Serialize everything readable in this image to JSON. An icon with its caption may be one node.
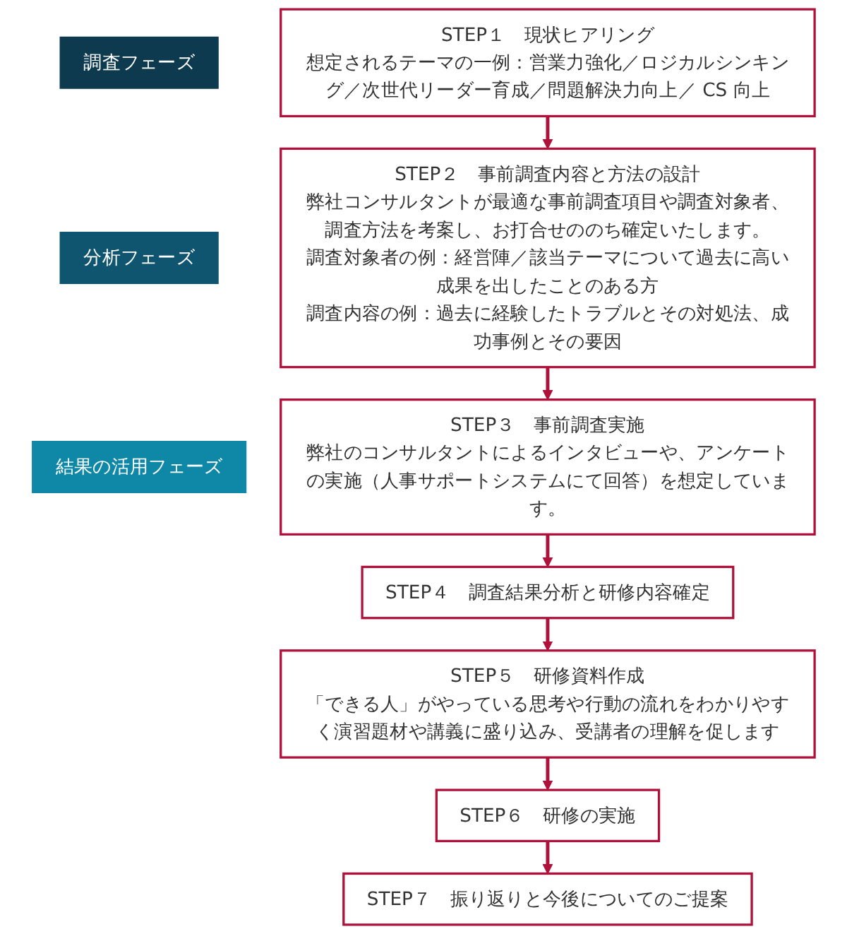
{
  "diagram": {
    "nodes": [
      {
        "text": [
          "調査フェーズ"
        ]
      },
      {
        "text": [
          "分析フェーズ"
        ]
      },
      {
        "text": [
          "結果の活用フェーズ"
        ]
      },
      {
        "text": [
          "STEP１　現状ヒアリング",
          "想定されるテーマの一例：営業力強化／ロジカルシンキング／次世代リーダー育成／問題解決力向上／ CS 向上"
        ]
      },
      {
        "text": [
          "STEP２　事前調査内容と方法の設計",
          "弊社コンサルタントが最適な事前調査項目や調査対象者、調査方法を考案し、お打合せののち確定いたします。",
          "調査対象者の例：経営陣／該当テーマについて過去に高い成果を出したことのある方",
          "調査内容の例：過去に経験したトラブルとその対処法、成功事例とその要因"
        ]
      },
      {
        "text": [
          "STEP３　事前調査実施",
          "弊社のコンサルタントによるインタビューや、アンケートの実施（人事サポートシステムにて回答）を想定しています。"
        ]
      },
      {
        "text": [
          "STEP４　調査結果分析と研修内容確定"
        ]
      },
      {
        "text": [
          "STEP５　研修資料作成",
          "「できる人」がやっている思考や行動の流れをわかりやすく演習題材や講義に盛り込み、受講者の理解を促します"
        ]
      },
      {
        "text": [
          "STEP６　研修の実施"
        ]
      },
      {
        "text": [
          "STEP７　振り返りと今後についてのご提案"
        ]
      }
    ],
    "edges": [
      {
        "from": 3,
        "to": 4,
        "arrow": "to"
      },
      {
        "from": 4,
        "to": 5,
        "arrow": "to"
      },
      {
        "from": 5,
        "to": 6,
        "arrow": "to"
      },
      {
        "from": 6,
        "to": 7,
        "arrow": "to"
      },
      {
        "from": 7,
        "to": 8,
        "arrow": "to"
      },
      {
        "from": 8,
        "to": 9,
        "arrow": "to"
      }
    ]
  }
}
